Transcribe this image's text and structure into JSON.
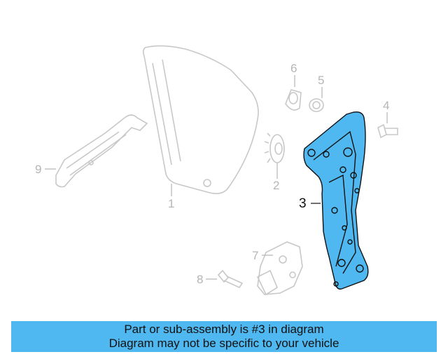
{
  "callouts": {
    "c1": "1",
    "c2": "2",
    "c3": "3",
    "c4": "4",
    "c5": "5",
    "c6": "6",
    "c7": "7",
    "c8": "8",
    "c9": "9"
  },
  "banner": {
    "line1": "Part or sub-assembly is #3 in diagram",
    "line2": "Diagram may not be specific to your vehicle"
  },
  "colors": {
    "highlight": "#4fb8f0",
    "ghost": "#c8c8c8",
    "outline": "#111111"
  }
}
